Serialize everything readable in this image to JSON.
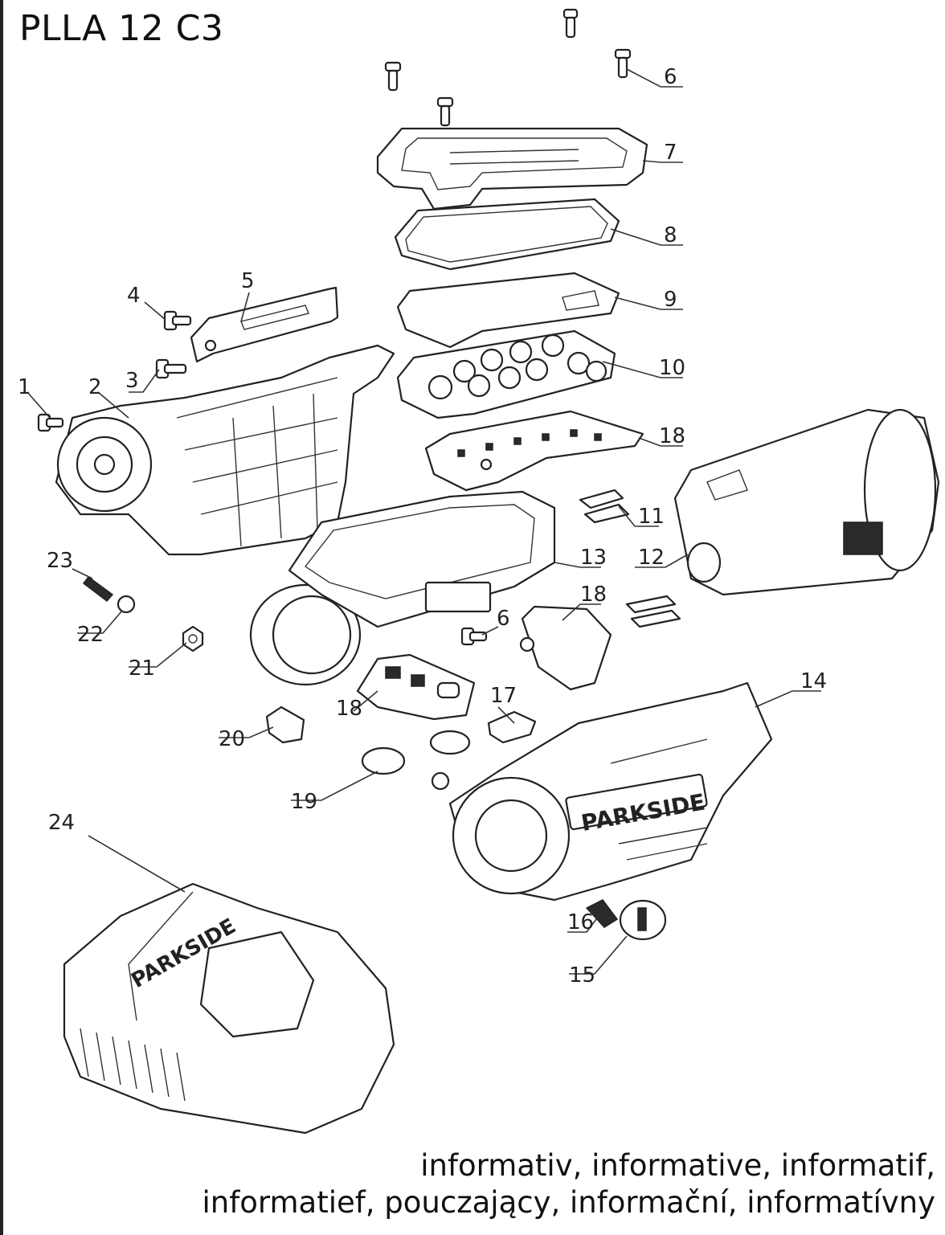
{
  "title": "PLLA 12 C3",
  "note": {
    "line1": "informativ, informative, informatif,",
    "line2": "informatief, pouczający, informační, informatívny"
  },
  "brand_text": "PARKSIDE",
  "callouts": [
    {
      "label": "1"
    },
    {
      "label": "2"
    },
    {
      "label": "3"
    },
    {
      "label": "4"
    },
    {
      "label": "5"
    },
    {
      "label": "6"
    },
    {
      "label": "7"
    },
    {
      "label": "8"
    },
    {
      "label": "9"
    },
    {
      "label": "10"
    },
    {
      "label": "18"
    },
    {
      "label": "11"
    },
    {
      "label": "12"
    },
    {
      "label": "13"
    },
    {
      "label": "18"
    },
    {
      "label": "6"
    },
    {
      "label": "14"
    },
    {
      "label": "17"
    },
    {
      "label": "18"
    },
    {
      "label": "20"
    },
    {
      "label": "21"
    },
    {
      "label": "22"
    },
    {
      "label": "23"
    },
    {
      "label": "19"
    },
    {
      "label": "24"
    },
    {
      "label": "16"
    },
    {
      "label": "15"
    }
  ],
  "colors": {
    "line": "#222222",
    "background": "#ffffff"
  }
}
